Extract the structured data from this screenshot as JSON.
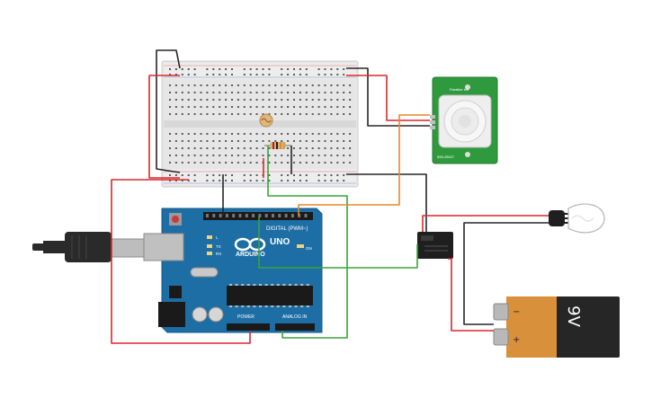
{
  "arduino": {
    "brand": "ARDUINO",
    "model": "UNO",
    "header_digital": "DIGITAL (PWM~)",
    "header_power": "POWER",
    "header_analog": "ANALOG IN",
    "label_on": "ON",
    "label_tx": "TX",
    "label_rx": "RX",
    "label_l": "L"
  },
  "pir_sensor": {
    "label_top": "Parallax Inc",
    "label_bottom": "555-28027"
  },
  "battery": {
    "voltage_label": "9V",
    "minus_label": "−",
    "plus_label": "+"
  },
  "colors": {
    "wire_red": "#d9272e",
    "wire_black": "#262626",
    "wire_green": "#3aa33a",
    "wire_orange": "#e8892a",
    "arduino_board": "#1c6ea4",
    "pir_board": "#2f9a3d",
    "battery_orange": "#d9903a",
    "battery_body": "#262626",
    "breadboard": "#e6e6e6"
  }
}
